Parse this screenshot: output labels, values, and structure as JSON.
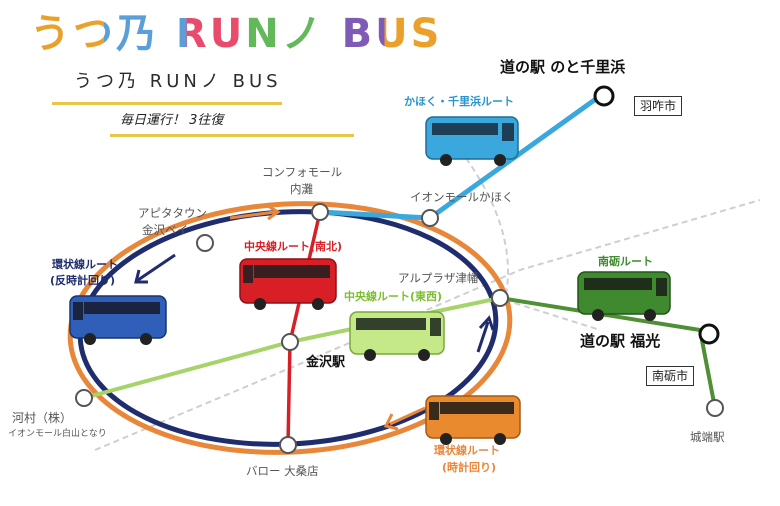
{
  "header": {
    "logo_big": "うつ乃 RUNノ BUS",
    "logo_small": "うつ乃 RUNノ BUS",
    "tagline": "毎日運行！ 3往復"
  },
  "routes": {
    "kahoku": "かほく・千里浜ルート",
    "chuo_ns": "中央線ルート(南北)",
    "chuo_ew": "中央線ルート(東西)",
    "loop_ccw_line1": "環状線ルート",
    "loop_ccw_line2": "(反時計回り)",
    "loop_cw_line1": "環状線ルート",
    "loop_cw_line2": "(時計回り)",
    "nanto": "南砺ルート"
  },
  "stations": {
    "chirihama": "道の駅 のと千里浜",
    "hakui": "羽咋市",
    "confo_line1": "コンフォモール",
    "confo_line2": "内灘",
    "aeon_kahoku": "イオンモールかほく",
    "apita_line1": "アピタタウン",
    "apita_line2": "金沢ベイ",
    "alplaza": "アルプラザ津幡",
    "kanazawa": "金沢駅",
    "fukumitsu": "道の駅 福光",
    "nanto_city": "南砺市",
    "kawamura_line1": "河村（株）",
    "kawamura_line2": "イオンモール白山となり",
    "jobana": "城端駅",
    "barrow": "バロー 大桑店"
  },
  "colors": {
    "loop_orange": "#e8873a",
    "loop_navy": "#1f2d6e",
    "kahoku_blue": "#3aa8dc",
    "chuo_red": "#d81f26",
    "chuo_green": "#a6d46a",
    "nanto_green": "#4f8f36",
    "rail_gray": "#cccccc"
  }
}
